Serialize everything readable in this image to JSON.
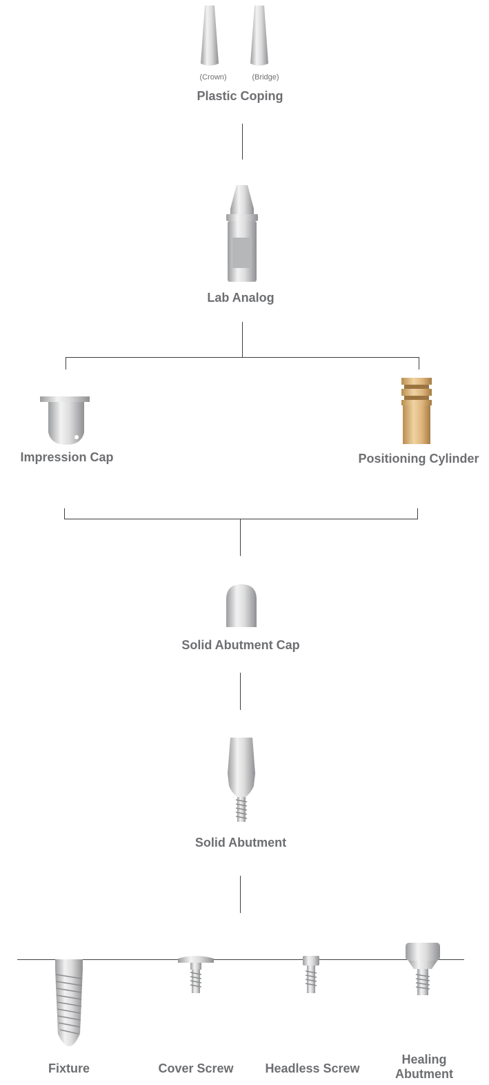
{
  "plastic_coping": {
    "label": "Plastic Coping",
    "crown_label": "(Crown)",
    "bridge_label": "(Bridge)"
  },
  "lab_analog": {
    "label": "Lab Analog"
  },
  "impression_cap": {
    "label": "Impression Cap"
  },
  "positioning_cylinder": {
    "label": "Positioning Cylinder"
  },
  "solid_abutment_cap": {
    "label": "Solid Abutment Cap"
  },
  "solid_abutment": {
    "label": "Solid Abutment"
  },
  "fixture": {
    "label": "Fixture"
  },
  "cover_screw": {
    "label": "Cover Screw"
  },
  "headless_screw": {
    "label": "Headless Screw"
  },
  "healing_abutment": {
    "label_line1": "Healing",
    "label_line2": "Abutment"
  },
  "colors": {
    "text": "#6d6e71",
    "line": "#3d3d3d",
    "metal": "#c8c9cb",
    "gold": "#d9b073"
  }
}
